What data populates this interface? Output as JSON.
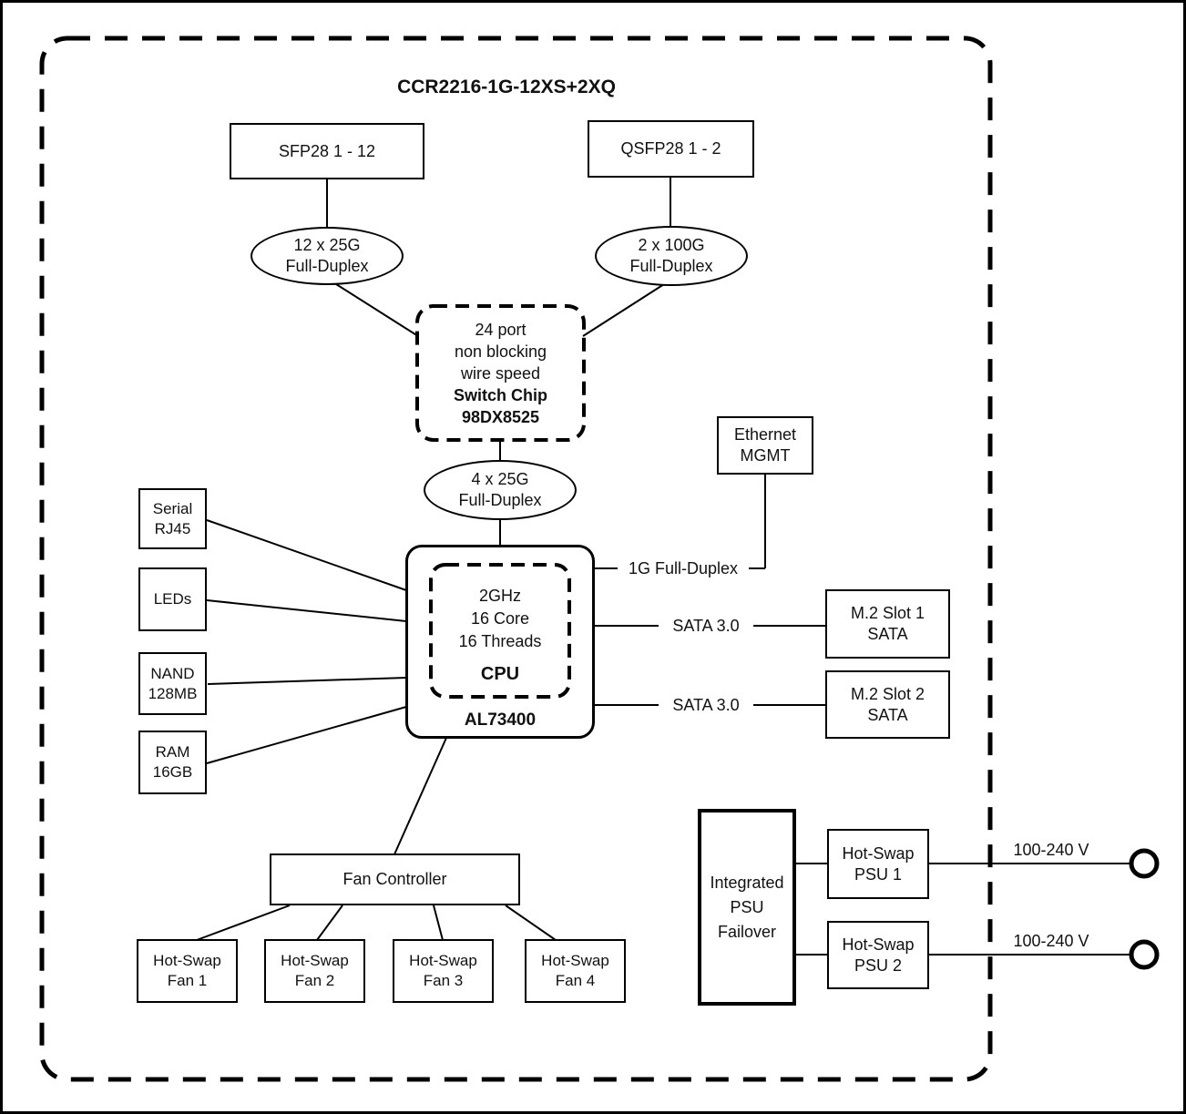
{
  "title": "CCR2216-1G-12XS+2XQ",
  "colors": {
    "ink": "#000000",
    "background": "#ffffff"
  },
  "nodes": {
    "sfp28": {
      "label": "SFP28 1 - 12"
    },
    "qsfp28": {
      "label": "QSFP28 1 - 2"
    },
    "link_sfp": {
      "line1": "12 x 25G",
      "line2": "Full-Duplex"
    },
    "link_qsfp": {
      "line1": "2 x 100G",
      "line2": "Full-Duplex"
    },
    "switch_chip": {
      "line1": "24 port",
      "line2": "non blocking",
      "line3": "wire speed",
      "line4": "Switch Chip",
      "line5": "98DX8525"
    },
    "link_switch_cpu": {
      "line1": "4 x 25G",
      "line2": "Full-Duplex"
    },
    "ethernet_mgmt": {
      "line1": "Ethernet",
      "line2": "MGMT"
    },
    "cpu": {
      "spec1": "2GHz",
      "spec2": "16 Core",
      "spec3": "16 Threads",
      "name": "CPU",
      "chip": "AL73400"
    },
    "serial": {
      "line1": "Serial",
      "line2": "RJ45"
    },
    "leds": {
      "line1": "LEDs"
    },
    "nand": {
      "line1": "NAND",
      "line2": "128MB"
    },
    "ram": {
      "line1": "RAM",
      "line2": "16GB"
    },
    "m2_slot1": {
      "line1": "M.2 Slot 1",
      "line2": "SATA"
    },
    "m2_slot2": {
      "line1": "M.2 Slot 2",
      "line2": "SATA"
    },
    "fan_controller": {
      "label": "Fan Controller"
    },
    "fan1": {
      "line1": "Hot-Swap",
      "line2": "Fan 1"
    },
    "fan2": {
      "line1": "Hot-Swap",
      "line2": "Fan 2"
    },
    "fan3": {
      "line1": "Hot-Swap",
      "line2": "Fan 3"
    },
    "fan4": {
      "line1": "Hot-Swap",
      "line2": "Fan 4"
    },
    "psu_failover": {
      "line1": "Integrated",
      "line2": "PSU",
      "line3": "Failover"
    },
    "psu1": {
      "line1": "Hot-Swap",
      "line2": "PSU 1"
    },
    "psu2": {
      "line1": "Hot-Swap",
      "line2": "PSU 2"
    }
  },
  "labels": {
    "mgmt_link": "1G Full-Duplex",
    "sata1": "SATA 3.0",
    "sata2": "SATA 3.0",
    "voltage1": "100-240 V",
    "voltage2": "100-240 V"
  }
}
